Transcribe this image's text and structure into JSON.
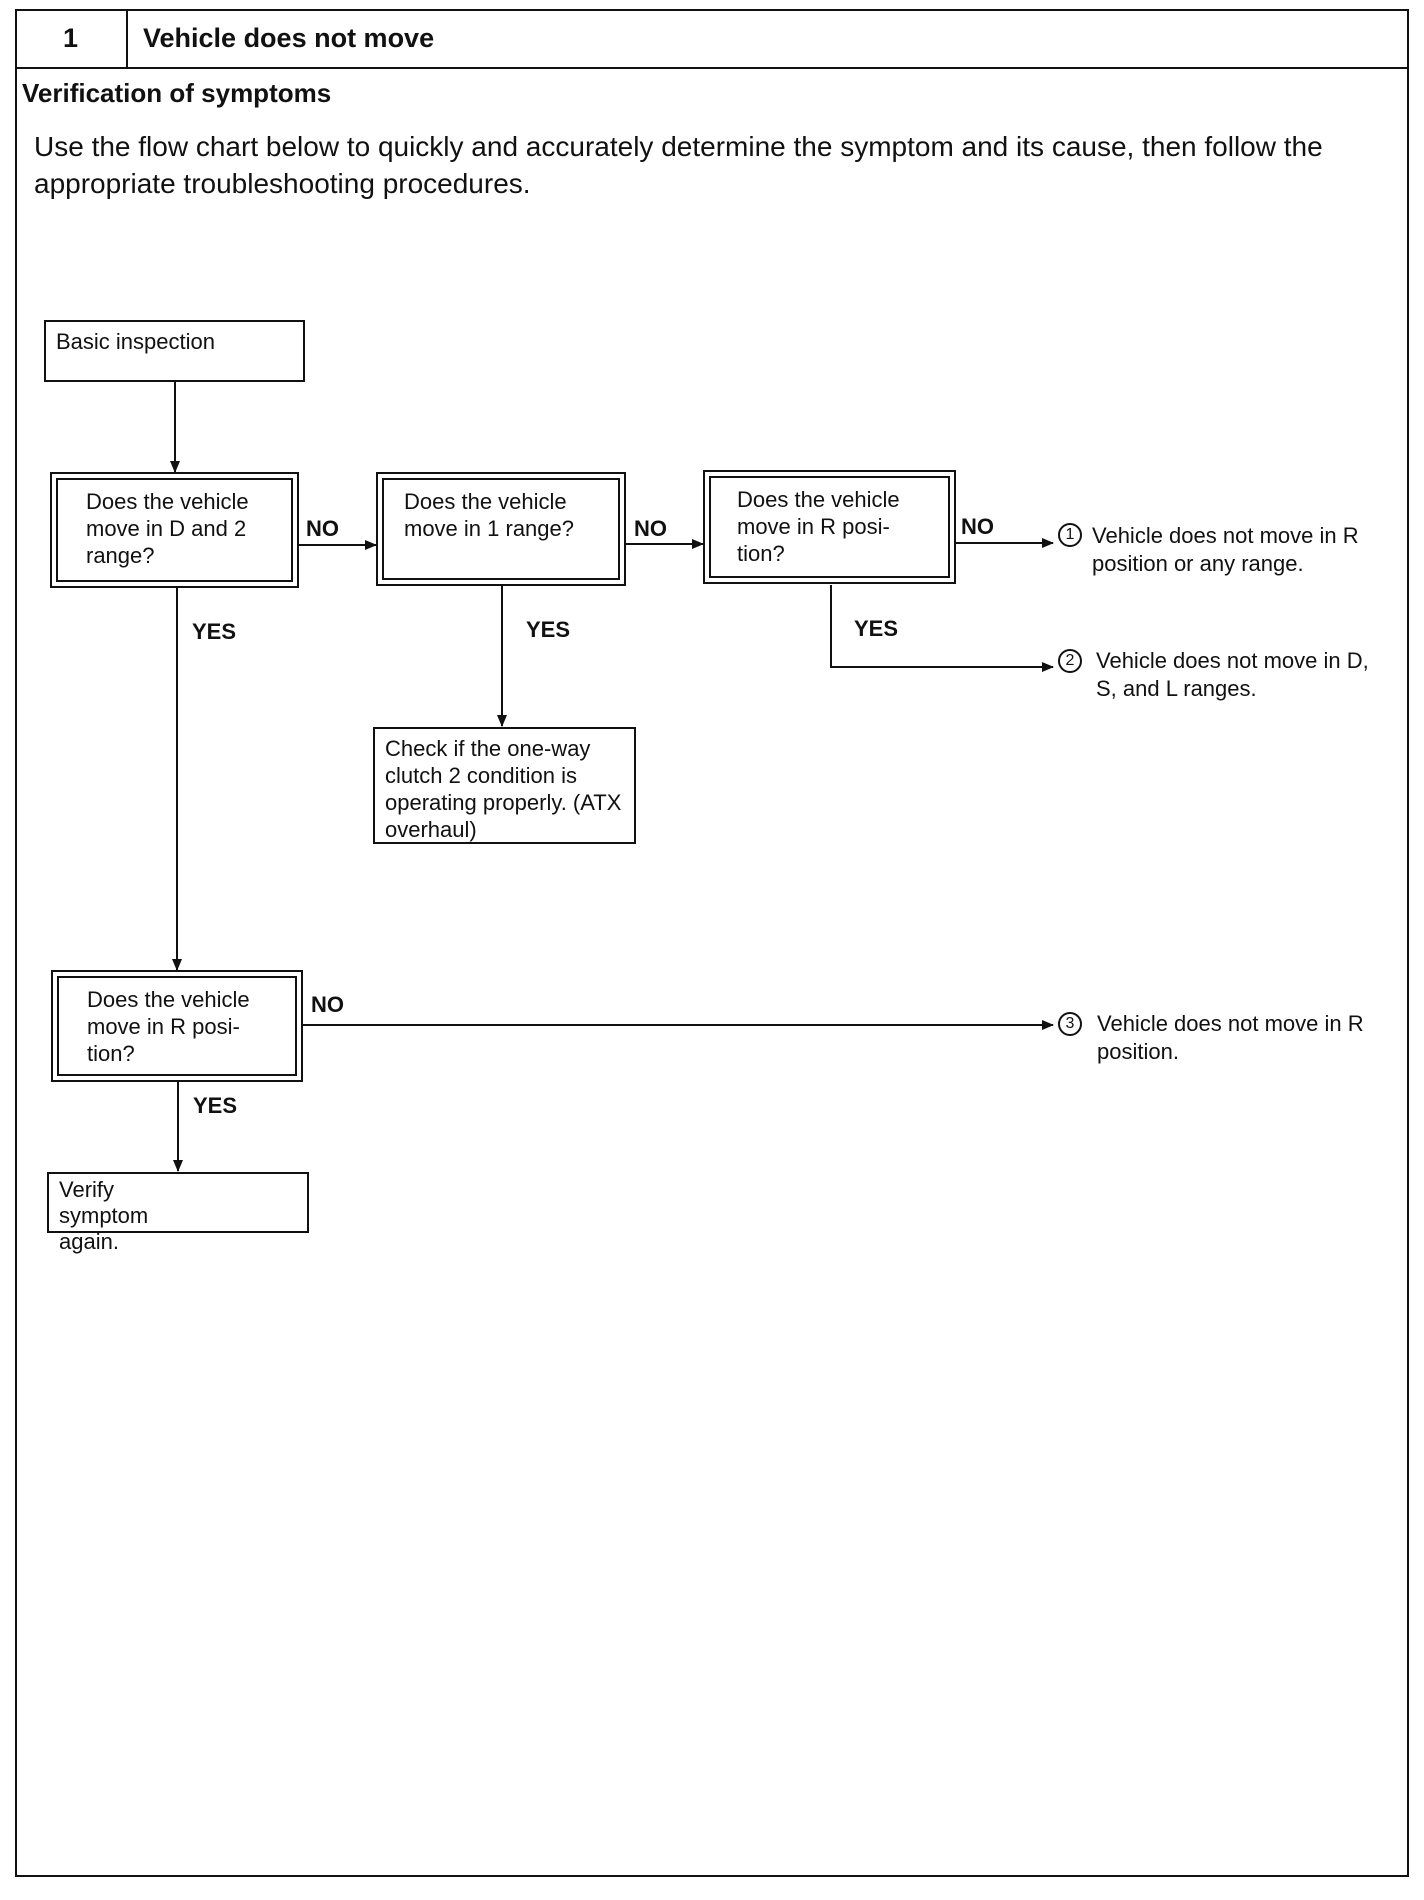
{
  "header": {
    "number": "1",
    "title": "Vehicle does not move"
  },
  "section_title": "Verification of symptoms",
  "intro": "Use the flow chart below to quickly and accurately determine the symptom and its cause, then follow the appropriate troubleshooting procedures.",
  "flowchart": {
    "nodes": {
      "basic_inspection": "Basic inspection",
      "q_d_and_2": "Does the vehicle move in D and 2 range?",
      "q_1_range": "Does the vehicle move in 1 range?",
      "q_r_position_1": "Does the vehicle move in R posi- tion?",
      "check_one_way_clutch": "Check if the one-way clutch 2 condition is operating properly. (ATX overhaul)",
      "q_r_position_2": "Does the vehicle move in R posi- tion?",
      "verify_again": "Verify symptom again."
    },
    "labels": {
      "yes": "YES",
      "no": "NO"
    },
    "results": [
      {
        "marker": "1",
        "text": "Vehicle does not move in R position or any range."
      },
      {
        "marker": "2",
        "text": "Vehicle does not move in D, S, and L ranges."
      },
      {
        "marker": "3",
        "text": "Vehicle does not move in R position."
      }
    ]
  }
}
